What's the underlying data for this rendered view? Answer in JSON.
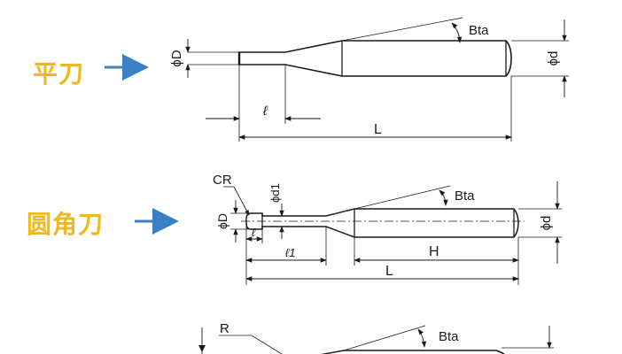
{
  "colors": {
    "label": "#f0b81d",
    "arrow": "#3b7fc4",
    "line": "#1a1a1a"
  },
  "tools": [
    {
      "label": "平刀",
      "dims": {
        "D": "ϕD",
        "d": "ϕd",
        "l": "ℓ",
        "L": "L",
        "angle": "Bta"
      }
    },
    {
      "label": "圆角刀",
      "dims": {
        "CR": "CR",
        "D": "ϕD",
        "d1": "ϕd1",
        "l": "ℓ",
        "l1": "ℓ1",
        "H": "H",
        "L": "L",
        "d": "ϕd",
        "angle": "Bta"
      }
    },
    {
      "dims": {
        "R": "R",
        "angle": "Bta"
      }
    }
  ]
}
